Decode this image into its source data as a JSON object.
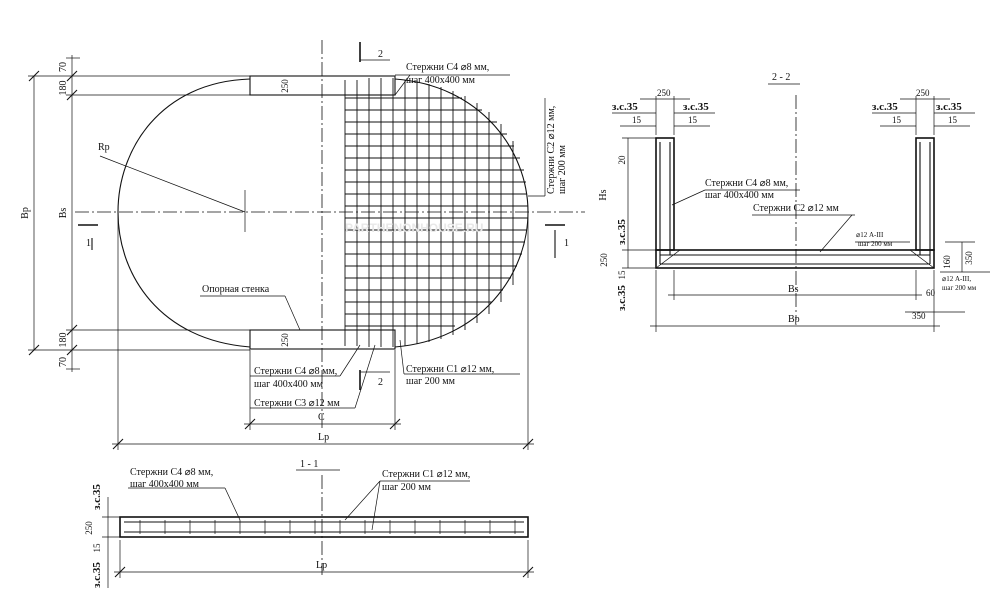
{
  "plan": {
    "dim_70_top": "70",
    "dim_180_top": "180",
    "dim_180_bottom": "180",
    "dim_70_bottom": "70",
    "dim_250_top": "250",
    "dim_250_bottom": "250",
    "label_bp": "Bр",
    "label_bs": "Bs",
    "label_rp": "Rр",
    "label_c": "C",
    "label_lp": "Lр",
    "section_1_left": "1",
    "section_1_right": "1",
    "section_2_top": "2",
    "section_2_bottom": "2",
    "rods_c4_top_line1": "Стержни С4 ⌀8 мм,",
    "rods_c4_top_line2": "шаг 400x400 мм",
    "rods_c2_line1": "Стержни С2 ⌀12 мм,",
    "rods_c2_line2": "шаг 200 мм",
    "support_wall": "Опорная стенка",
    "rods_c4_bottom_line1": "Стержни С4 ⌀8 мм,",
    "rods_c4_bottom_line2": "шаг 400x400 мм",
    "rods_c3": "Стержни С3 ⌀12 мм",
    "rods_c1_line1": "Стержни С1 ⌀12 мм,",
    "rods_c1_line2": "шаг 200 мм"
  },
  "section22": {
    "title": "2 - 2",
    "dim_250_left": "250",
    "dim_250_right": "250",
    "zs35_a": "з.с.35",
    "zs35_b": "з.с.35",
    "zs35_c": "з.с.35",
    "zs35_d": "з.с.35",
    "dim_15_a": "15",
    "dim_15_b": "15",
    "dim_15_c": "15",
    "dim_15_d": "15",
    "dim_20": "20",
    "label_hs": "Hs",
    "zs35_side": "з.с.35",
    "dim_250_side": "250",
    "dim_15_side": "15",
    "zs35_bottom": "з.с.35",
    "rods_c4_line1": "Стержни С4 ⌀8 мм,",
    "rods_c4_line2": "шаг 400x400 мм",
    "rods_c2": "Стержни С2 ⌀12 мм",
    "rebar_a3_1": "⌀12 А-III",
    "rebar_a3_1_step": "шаг 200 мм",
    "rebar_a3_2": "⌀12 А-III,",
    "rebar_a3_2_step": "шаг 200 мм",
    "dim_160": "160",
    "dim_350_vert": "350",
    "dim_60": "60",
    "dim_350_horz": "350",
    "label_bs": "Bs",
    "label_bp": "Bр"
  },
  "section11": {
    "title": "1 - 1",
    "rods_c4_line1": "Стержни С4 ⌀8 мм,",
    "rods_c4_line2": "шаг 400x400 мм",
    "rods_c1_line1": "Стержни С1 ⌀12 мм,",
    "rods_c1_line2": "шаг 200 мм",
    "zs35_top": "з.с.35",
    "dim_250": "250",
    "dim_15": "15",
    "zs35_bottom": "з.с.35",
    "label_lp": "Lр"
  },
  "watermark": "PARTHENONHOUSE.RU"
}
